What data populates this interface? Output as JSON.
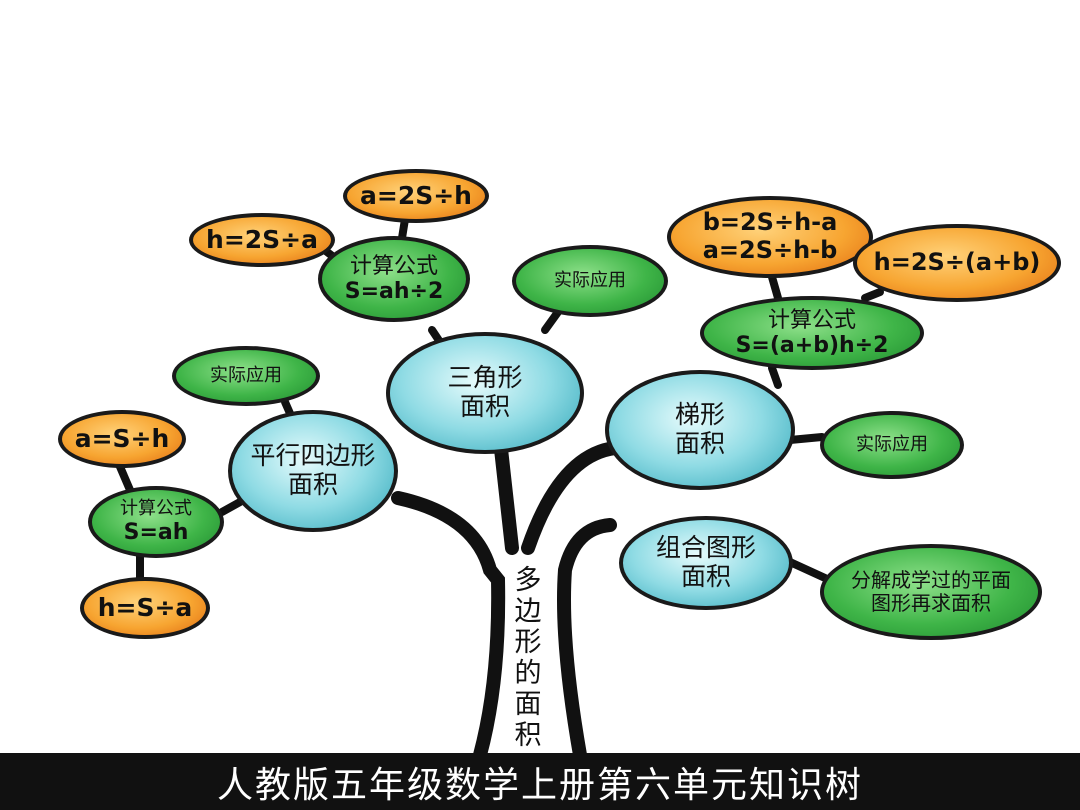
{
  "trunk": {
    "label": "多边形的面积"
  },
  "branches": {
    "parallelogram": {
      "label_line1": "平行四边形",
      "label_line2": "面积",
      "formula": {
        "title": "计算公式",
        "value": "S=ah"
      },
      "derived": [
        "a=S÷h",
        "h=S÷a"
      ],
      "application": "实际应用"
    },
    "triangle": {
      "label_line1": "三角形",
      "label_line2": "面积",
      "formula": {
        "title": "计算公式",
        "value": "S=ah÷2"
      },
      "derived": [
        "a=2S÷h",
        "h=2S÷a"
      ],
      "application": "实际应用"
    },
    "trapezoid": {
      "label_line1": "梯形",
      "label_line2": "面积",
      "formula": {
        "title": "计算公式",
        "value": "S=(a+b)h÷2"
      },
      "derived_ab": {
        "line1": "b=2S÷h-a",
        "line2": "a=2S÷h-b"
      },
      "derived_h": "h=2S÷(a+b)",
      "application": "实际应用"
    },
    "composite": {
      "label_line1": "组合图形",
      "label_line2": "面积",
      "method_line1": "分解成学过的平面",
      "method_line2": "图形再求面积"
    }
  },
  "footer": {
    "title": "人教版五年级数学上册第六单元知识树"
  },
  "colors": {
    "formula_node": "#f7a531",
    "info_node": "#3fb548",
    "main_node": "#8fdbe4",
    "outline": "#1a1a1a"
  }
}
